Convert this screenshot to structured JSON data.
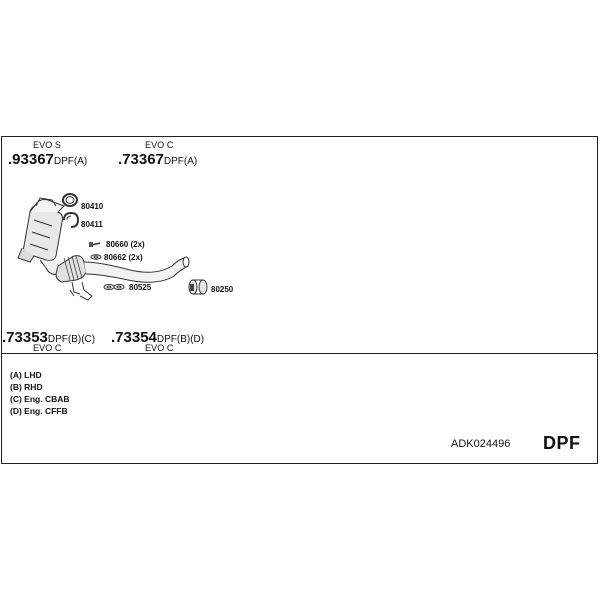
{
  "header_parts": [
    {
      "variant": "EVO S",
      "number": ".93367",
      "suffix": "DPF(A)"
    },
    {
      "variant": "EVO C",
      "number": ".73367",
      "suffix": "DPF(A)"
    }
  ],
  "footer_parts": [
    {
      "variant": "EVO C",
      "number": ".73353",
      "suffix": "DPF(B)(C)"
    },
    {
      "variant": "EVO C",
      "number": ".73354",
      "suffix": "DPF(B)(D)"
    }
  ],
  "refs": {
    "r80410": "80410",
    "r80411": "80411",
    "r80660": "80660 (2x)",
    "r80662": "80662 (2x)",
    "r80525": "80525",
    "r80250": "80250"
  },
  "legend": [
    "(A) LHD",
    "(B) RHD",
    "(C) Eng. CBAB",
    "(D) Eng. CFFB"
  ],
  "kit_number": "ADK024496",
  "category": "DPF"
}
